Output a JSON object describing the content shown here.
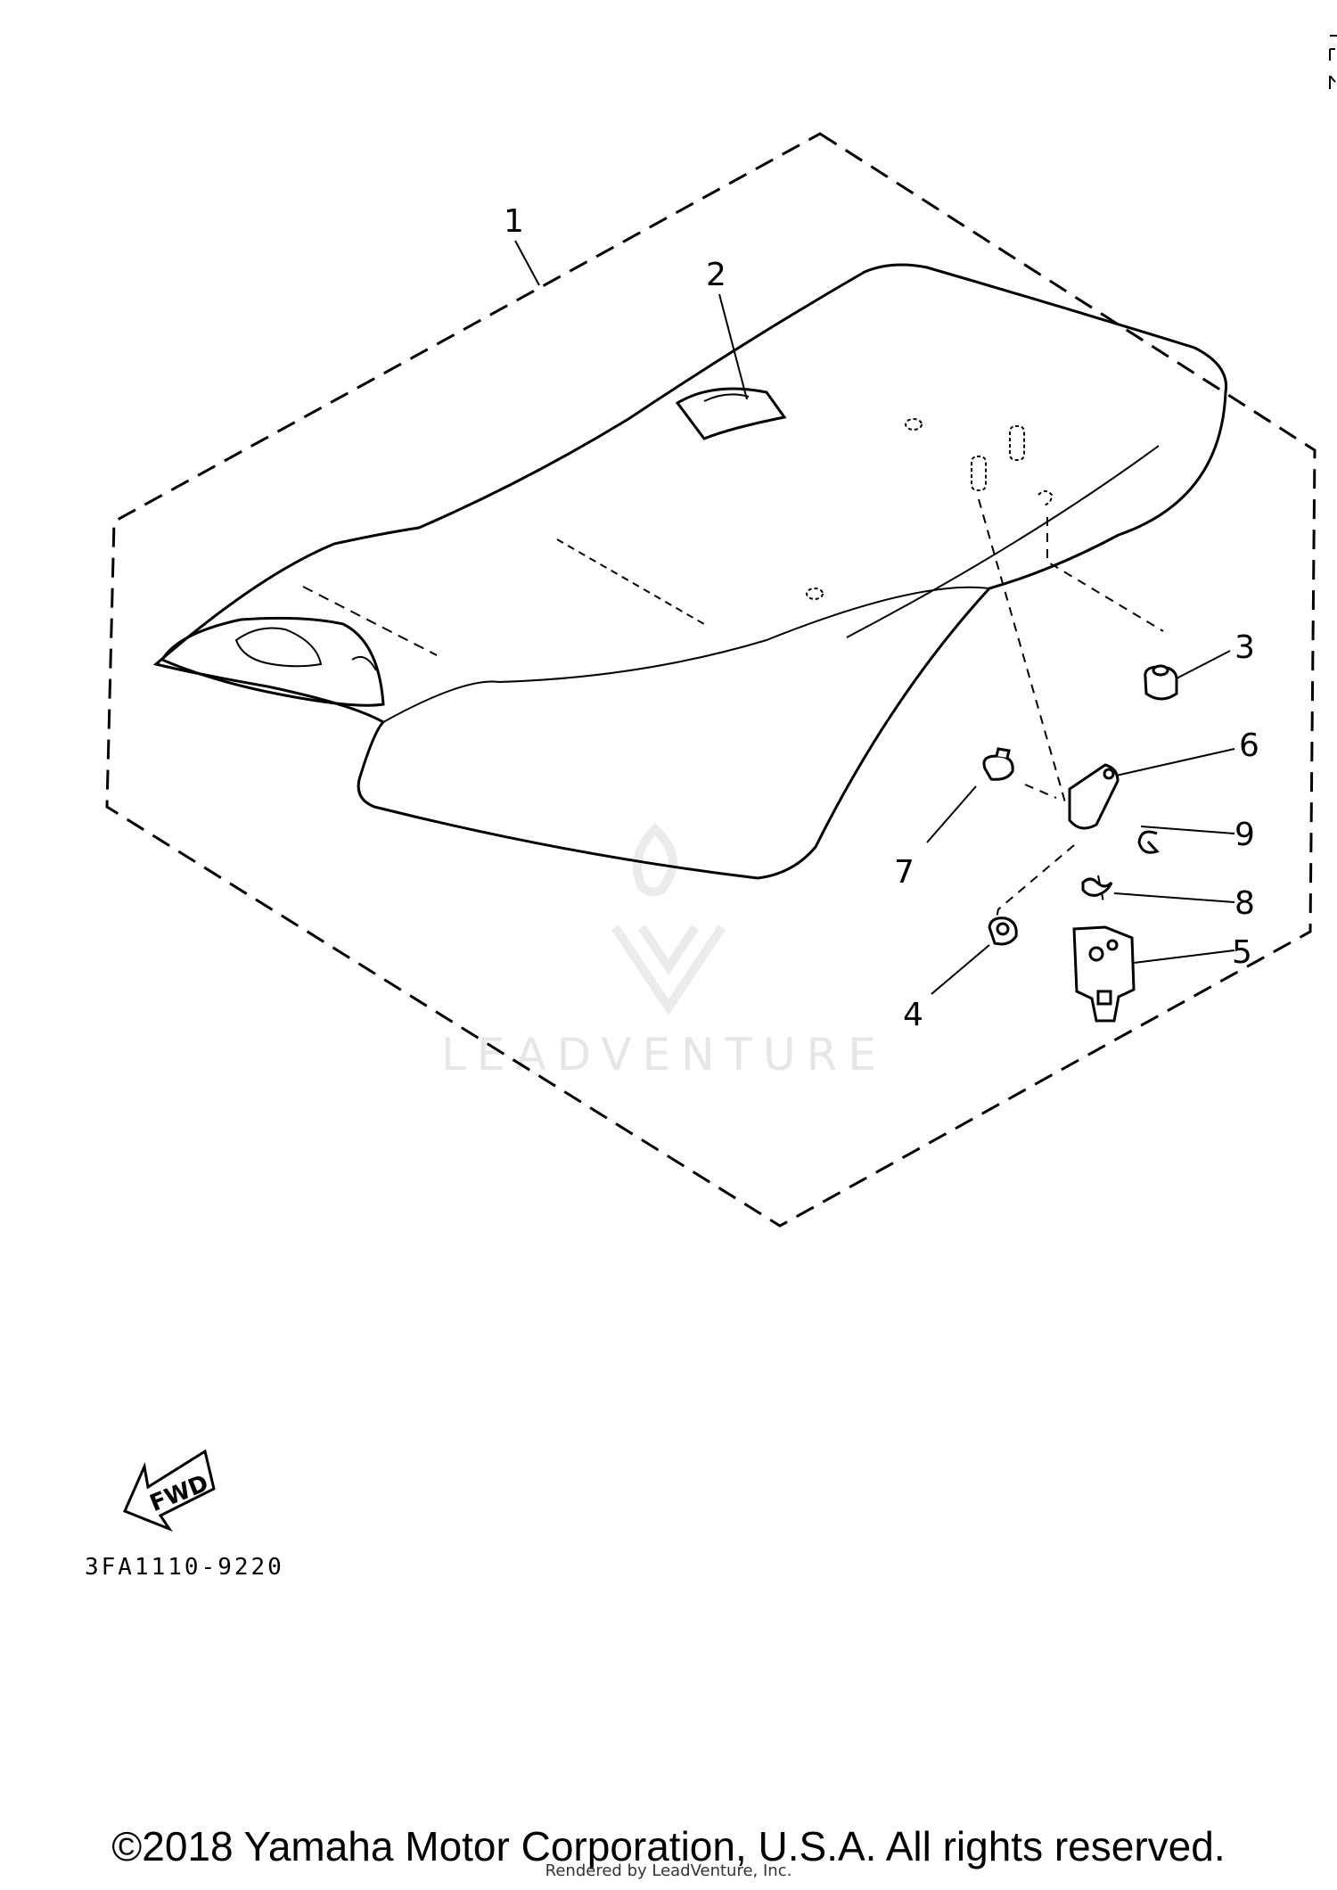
{
  "diagram": {
    "callouts": [
      "1",
      "2",
      "3",
      "4",
      "5",
      "6",
      "7",
      "8",
      "9"
    ],
    "fwd_label": "FWD",
    "diagram_code": "3FA1110-9220",
    "watermark": "LEADVENTURE"
  },
  "footer": {
    "copyright": "©2018 Yamaha Motor Corporation, U.S.A. All rights reserved.",
    "rendered_by": "Rendered by LeadVenture, Inc."
  }
}
